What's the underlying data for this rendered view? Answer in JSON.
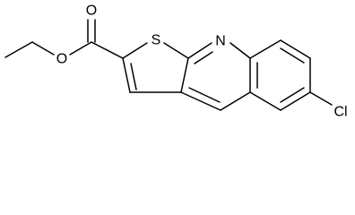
{
  "atoms": {
    "carbonyl_o": "O",
    "ester_o": "O",
    "thiophene_s": "S",
    "ring_n": "N",
    "chlorine": "Cl"
  }
}
